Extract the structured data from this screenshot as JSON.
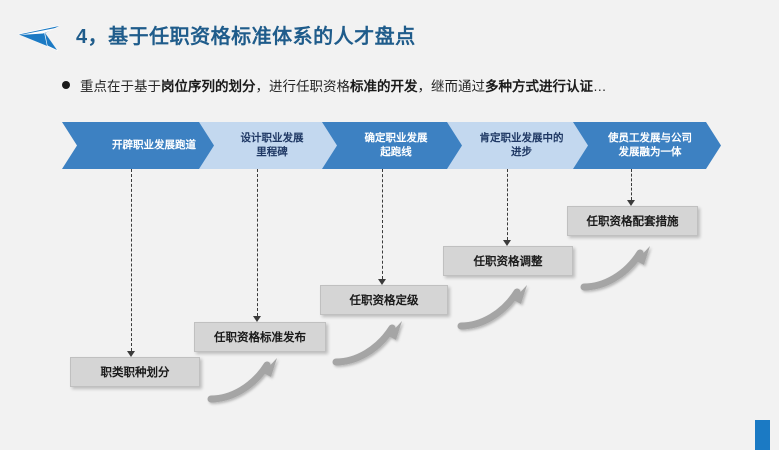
{
  "slide": {
    "logo_icon": "paper-plane-arrow-icon",
    "title": "4，基于任职资格标准体系的人才盘点",
    "accent_color": "#1b7ac4",
    "title_color": "#1f5c8b",
    "background_color": "#f2f2f2"
  },
  "bullet": {
    "marker": "●",
    "parts": [
      {
        "text": "重点在于基于",
        "bold": false
      },
      {
        "text": "岗位序列的划分",
        "bold": true
      },
      {
        "text": "，进行任职资格",
        "bold": false
      },
      {
        "text": "标准的开发",
        "bold": true
      },
      {
        "text": "，继而通过",
        "bold": false
      },
      {
        "text": "多种方式进行认证",
        "bold": true
      },
      {
        "text": "…",
        "bold": false
      }
    ],
    "full_text": "重点在于基于岗位序列的划分，进行任职资格标准的开发，继而通过多种方式进行认证…"
  },
  "chevrons": {
    "dark_color": "#3d81c2",
    "light_color": "#c3d8ef",
    "items": [
      {
        "label": "开辟职业发展跑道",
        "style": "dark"
      },
      {
        "label": "设计职业发展\n里程碑",
        "line1": "设计职业发展",
        "line2": "里程碑",
        "style": "light"
      },
      {
        "label": "确定职业发展\n起跑线",
        "line1": "确定职业发展",
        "line2": "起跑线",
        "style": "dark"
      },
      {
        "label": "肯定职业发展中的\n进步",
        "line1": "肯定职业发展中的",
        "line2": "进步",
        "style": "light"
      },
      {
        "label": "使员工发展与公司\n发展融为一体",
        "line1": "使员工发展与公司",
        "line2": "发展融为一体",
        "style": "dark"
      }
    ]
  },
  "steps": {
    "box_color": "#d5d5d5",
    "items": [
      {
        "label": "职类职种划分"
      },
      {
        "label": "任职资格标准发布"
      },
      {
        "label": "任职资格定级"
      },
      {
        "label": "任职资格调整"
      },
      {
        "label": "任职资格配套措施"
      }
    ]
  }
}
